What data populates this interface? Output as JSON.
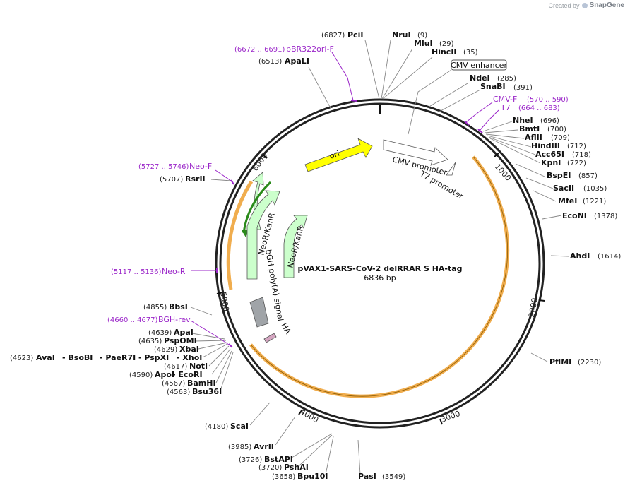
{
  "credit": {
    "created_by": "Created by",
    "brand": "SnapGene"
  },
  "plasmid": {
    "name": "pVAX1-SARS-CoV-2 delRRAR S HA-tag",
    "size": "6836 bp"
  },
  "ticks": [
    "1000",
    "2000",
    "3000",
    "4000",
    "5000",
    "6000"
  ],
  "features": {
    "ori": "ori",
    "cmv_promoter": "CMV promoter",
    "t7_promoter": "T7 promoter",
    "neor1": "NeoR/KanR",
    "neor2": "NeoR/KanR",
    "bgh": "bGH poly(A) signal",
    "ha": "HA"
  },
  "boxed_label": "CMV enhancer",
  "primers": [
    {
      "pos": "(6672 .. 6691)",
      "name": "pBR322ori-F"
    },
    {
      "pos": "(570 .. 590)",
      "name": "CMV-F"
    },
    {
      "pos": "(664 .. 683)",
      "name": "T7"
    },
    {
      "pos": "(5727 .. 5746)",
      "name": "Neo-F"
    },
    {
      "pos": "(5117 .. 5136)",
      "name": "Neo-R"
    },
    {
      "pos": "(4660 .. 4677)",
      "name": "BGH-rev"
    }
  ],
  "sites": [
    {
      "pos": "(6827)",
      "name": "PciI"
    },
    {
      "pos": "(9)",
      "name": "NruI"
    },
    {
      "pos": "(29)",
      "name": "MluI"
    },
    {
      "pos": "(35)",
      "name": "HincII"
    },
    {
      "pos": "(6513)",
      "name": "ApaLI"
    },
    {
      "pos": "(285)",
      "name": "NdeI"
    },
    {
      "pos": "(391)",
      "name": "SnaBI"
    },
    {
      "pos": "(696)",
      "name": "NheI"
    },
    {
      "pos": "(700)",
      "name": "BmtI"
    },
    {
      "pos": "(709)",
      "name": "AflII"
    },
    {
      "pos": "(712)",
      "name": "HindIII"
    },
    {
      "pos": "(718)",
      "name": "Acc65I"
    },
    {
      "pos": "(722)",
      "name": "KpnI"
    },
    {
      "pos": "(857)",
      "name": "BspEI"
    },
    {
      "pos": "(1035)",
      "name": "SacII"
    },
    {
      "pos": "(1221)",
      "name": "MfeI"
    },
    {
      "pos": "(1378)",
      "name": "EcoNI"
    },
    {
      "pos": "(1614)",
      "name": "AhdI"
    },
    {
      "pos": "(2230)",
      "name": "PflMI"
    },
    {
      "pos": "(5707)",
      "name": "RsrII"
    },
    {
      "pos": "(4855)",
      "name": "BbsI"
    },
    {
      "pos": "(4639)",
      "name": "ApaI"
    },
    {
      "pos": "(4635)",
      "name": "PspOMI"
    },
    {
      "pos": "(4629)",
      "name": "XbaI"
    },
    {
      "pos": "(4617)",
      "name": "NotI"
    },
    {
      "pos": "(4590)",
      "name": "ApoI"
    },
    {
      "pos": "(4567)",
      "name": "BamHI"
    },
    {
      "pos": "(4563)",
      "name": "Bsu36I"
    },
    {
      "pos": "(4180)",
      "name": "ScaI"
    },
    {
      "pos": "(3985)",
      "name": "AvrII"
    },
    {
      "pos": "(3726)",
      "name": "BstAPI"
    },
    {
      "pos": "(3720)",
      "name": "PshAI"
    },
    {
      "pos": "(3658)",
      "name": "Bpu10I"
    },
    {
      "pos": "(3549)",
      "name": "PasI"
    }
  ],
  "xho_row": {
    "pos": "(4623)",
    "names": [
      "AvaI",
      "- BsoBI",
      "- PaeR7I",
      "- PspXI",
      "- XhoI"
    ]
  },
  "ecori_row": {
    "name": "- EcoRI"
  },
  "colors": {
    "ori": "#ffff00",
    "neor": "#ccffcc",
    "insert": "#f0ad4e",
    "primer": "#9b27c9",
    "bgh": "#a0a4a8",
    "ha": "#d4a5c0"
  }
}
